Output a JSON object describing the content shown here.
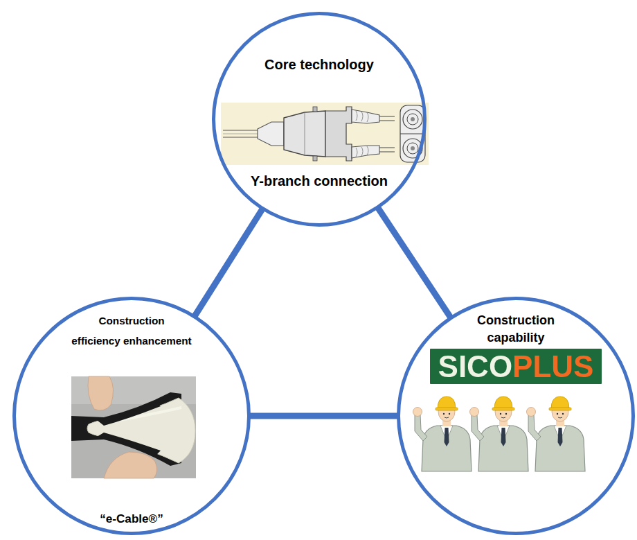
{
  "diagram": {
    "nodes": [
      {
        "text": [
          "Core technology",
          "Y-branch connection"
        ]
      },
      {
        "text": [
          "Construction efficiency enhancement",
          "“e-Cable®”"
        ]
      },
      {
        "text": [
          "Construction capability",
          "SICOPLUS"
        ]
      }
    ],
    "edges": [
      {
        "from": 0,
        "to": 1,
        "arrow": "none"
      },
      {
        "from": 0,
        "to": 2,
        "arrow": "none"
      },
      {
        "from": 1,
        "to": 2,
        "arrow": "none"
      }
    ]
  }
}
